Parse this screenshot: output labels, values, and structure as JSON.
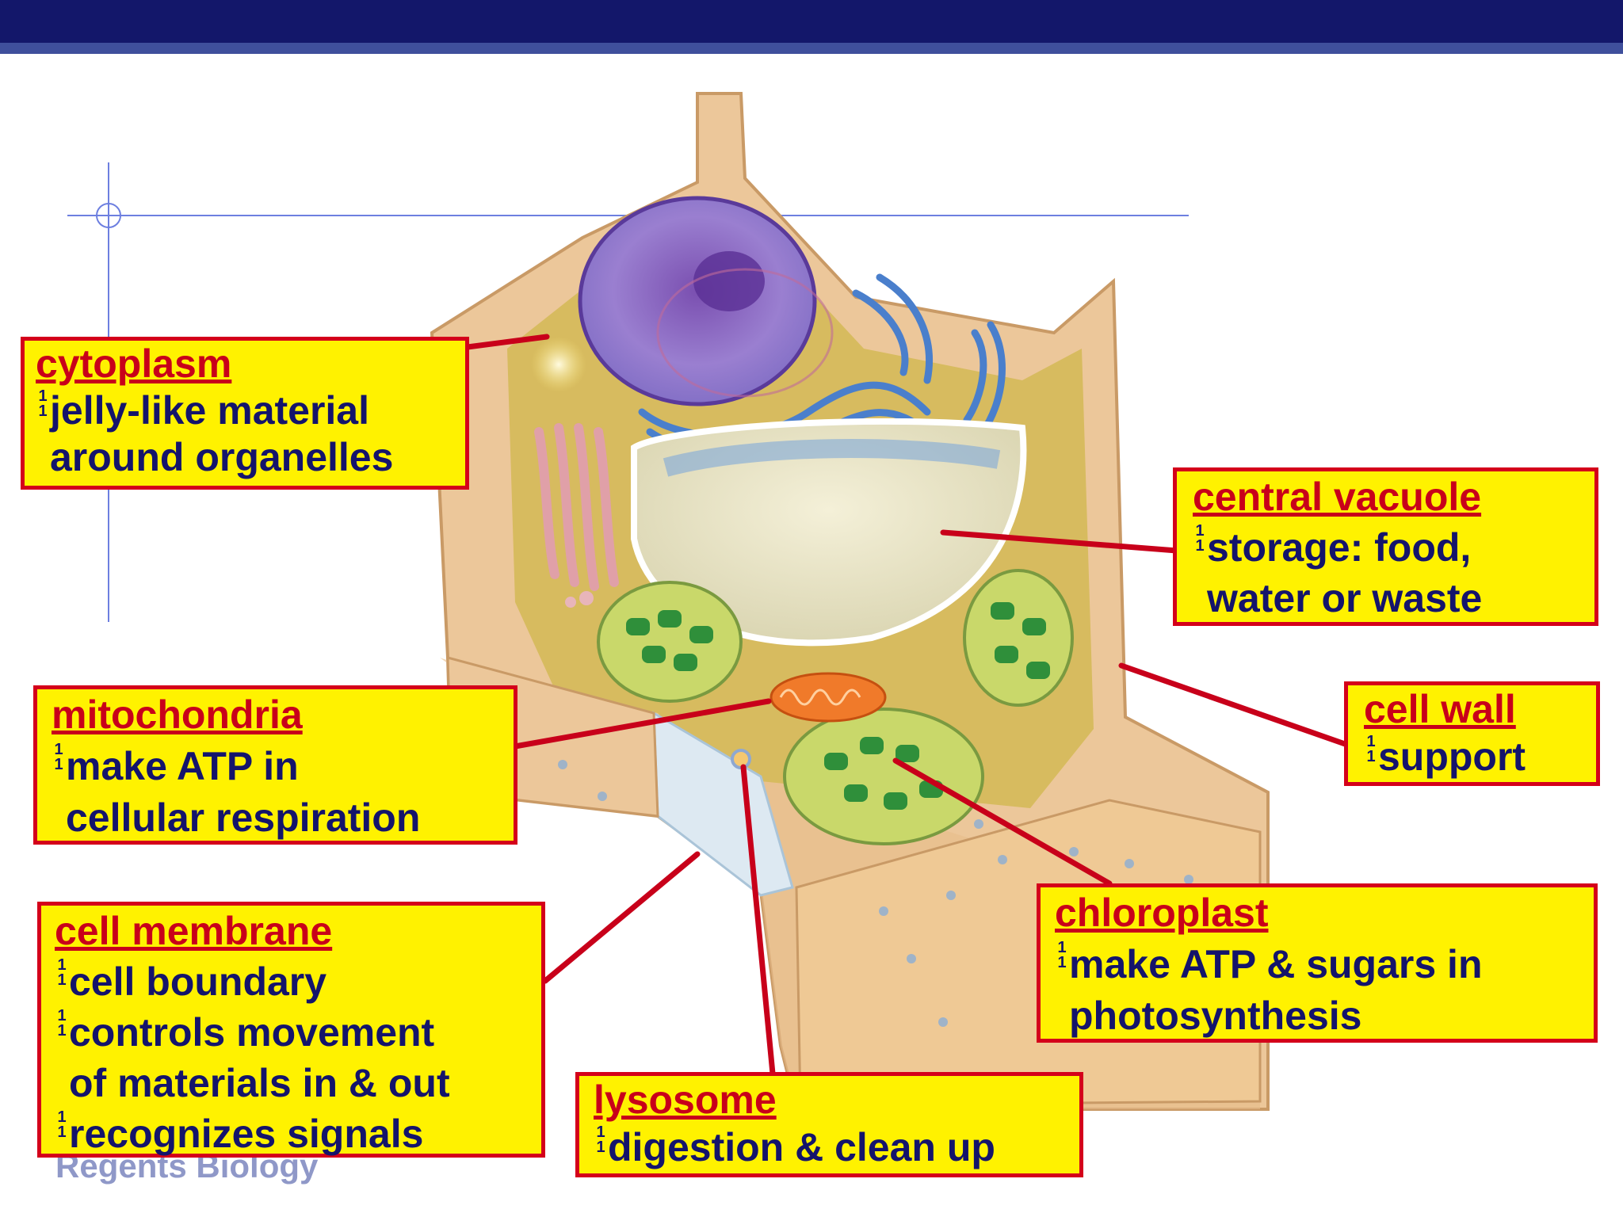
{
  "footer": "Regents Biology",
  "bullet_mark": "1\n1",
  "colors": {
    "title": "#c8001a",
    "text": "#14146b",
    "box": "#fff200",
    "border": "#d4001a",
    "leader": "#c8001a"
  },
  "labels": {
    "cytoplasm": {
      "title": "cytoplasm",
      "lines": [
        "jelly-like material",
        "around organelles"
      ]
    },
    "central_vacuole": {
      "title": "central vacuole",
      "lines": [
        "storage: food,",
        "water or waste"
      ]
    },
    "mitochondria": {
      "title": "mitochondria",
      "lines": [
        "make ATP in",
        "cellular respiration"
      ]
    },
    "cell_wall": {
      "title": "cell wall",
      "lines": [
        "support"
      ]
    },
    "cell_membrane": {
      "title": "cell membrane",
      "lines": [
        "cell boundary",
        "controls movement",
        "of materials in & out",
        "recognizes signals"
      ]
    },
    "chloroplast": {
      "title": "chloroplast",
      "lines": [
        "make ATP & sugars in",
        "photosynthesis"
      ]
    },
    "lysosome": {
      "title": "lysosome",
      "lines": [
        "digestion & clean up"
      ]
    }
  }
}
